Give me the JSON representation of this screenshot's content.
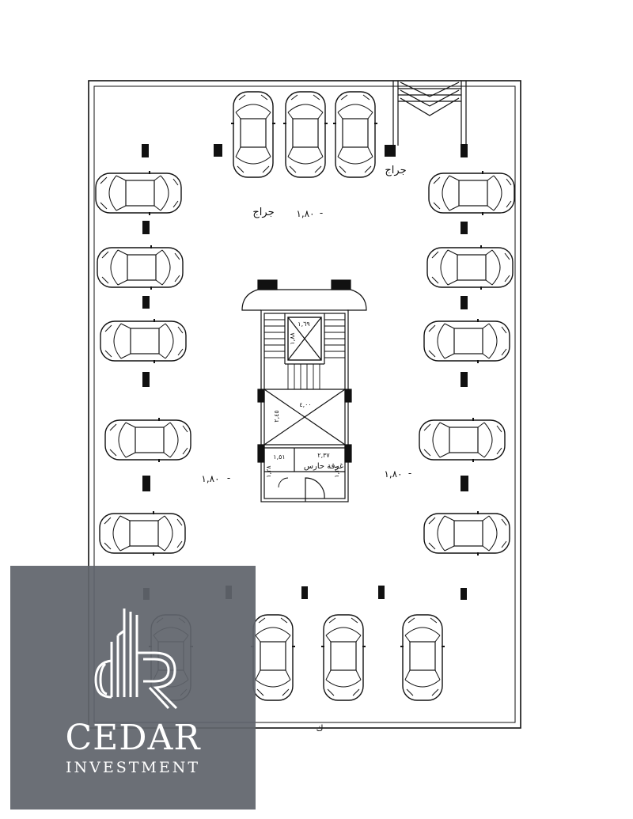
{
  "plan": {
    "labels": {
      "garage_top": "جراج",
      "garage_mid": "جراج",
      "width_mid": "١,٨٠",
      "width_left": "١,٨٠",
      "width_right": "١,٨٠",
      "dash": "-",
      "guard_room": "غرفة حارس",
      "dim_elevator": "١,٦٩",
      "dim_elevator_side": "١,٨٨",
      "dim_lobby": "٤,٠٠",
      "dim_lobby_side": "٢,٤٥",
      "dim_room_a": "١,٥١",
      "dim_room_b": "٢,٣٧",
      "dim_room_c": "١,٢٨",
      "dim_room_d": "١,٢٨",
      "north_mark": "ك"
    }
  },
  "brand": {
    "name": "CEDAR",
    "tagline": "INVESTMENT"
  }
}
